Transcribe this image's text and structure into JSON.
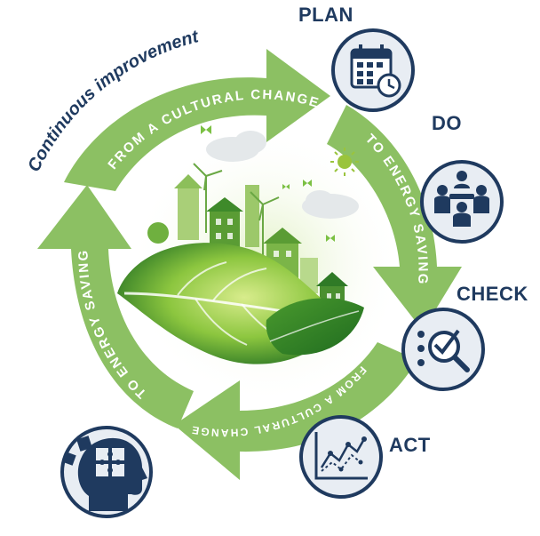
{
  "title": "Continuous improvement",
  "arrow_texts": {
    "top": "FROM A CULTURAL CHANGE",
    "right": "TO ENERGY SAVING",
    "bottom": "FROM A CULTURAL CHANGE",
    "left": "TO ENERGY SAVING"
  },
  "stages": [
    {
      "label": "PLAN",
      "icon": "calendar-clock-icon"
    },
    {
      "label": "DO",
      "icon": "team-meeting-icon"
    },
    {
      "label": "CHECK",
      "icon": "magnifier-check-icon"
    },
    {
      "label": "ACT",
      "icon": "line-chart-icon"
    }
  ],
  "head_icon": "head-puzzle-icon",
  "colors": {
    "arrow_green": "#8cc063",
    "arrow_dark": "#6fa848",
    "navy": "#1f3a5f",
    "leaf_dark": "#3e8a2a",
    "leaf_light": "#c6e07a",
    "circle_fill": "#e8edf3"
  }
}
